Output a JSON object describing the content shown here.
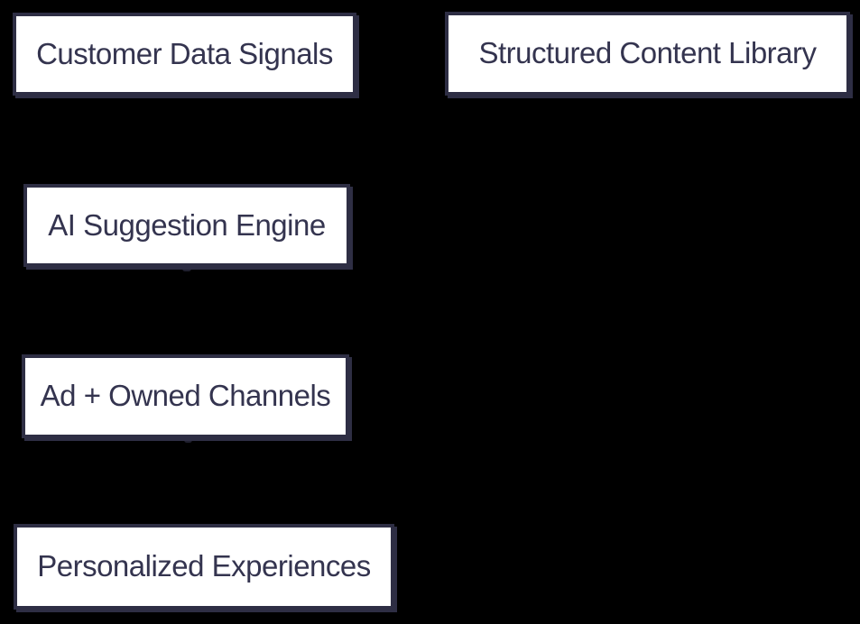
{
  "diagram": {
    "type": "flowchart",
    "background_color": "#000000",
    "node_fill_color": "#ffffff",
    "node_border_color": "#2e2e44",
    "node_text_color": "#34344f",
    "nodes": [
      {
        "id": "customer-data-signals",
        "label": "Customer Data Signals"
      },
      {
        "id": "structured-content-library",
        "label": "Structured Content Library"
      },
      {
        "id": "ai-suggestion-engine",
        "label": "AI Suggestion Engine"
      },
      {
        "id": "ad-owned-channels",
        "label": "Ad + Owned Channels"
      },
      {
        "id": "personalized-experiences",
        "label": "Personalized Experiences"
      }
    ]
  }
}
